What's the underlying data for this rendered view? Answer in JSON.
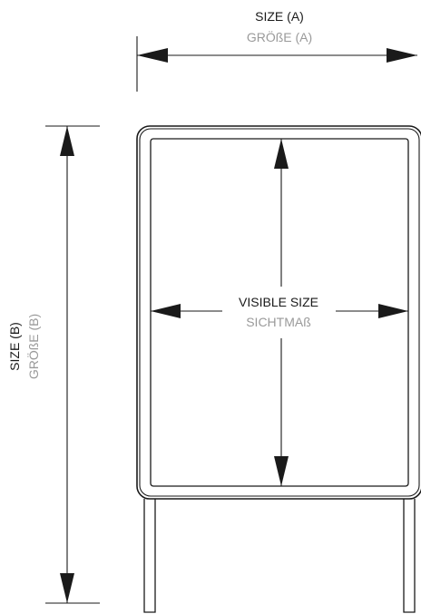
{
  "size_a": {
    "label_en": "SIZE (A)",
    "label_de": "GRÖßE (A)"
  },
  "size_b": {
    "label_en": "SIZE (B)",
    "label_de": "GRÖßE (B)"
  },
  "visible_size": {
    "label_en": "VISIBLE SIZE",
    "label_de": "SICHTMAß"
  }
}
